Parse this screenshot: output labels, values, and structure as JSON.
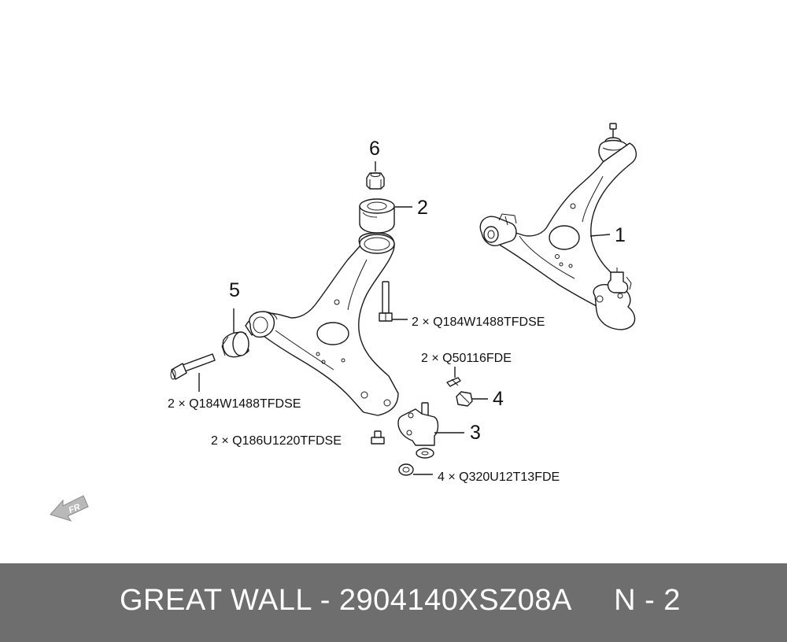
{
  "callouts": {
    "part_1": "1",
    "part_2": "2",
    "part_3": "3",
    "part_4": "4",
    "part_5": "5",
    "part_6": "6"
  },
  "fastener_labels": {
    "bolt_upper": "2 × Q184W1488TFDSE",
    "bolt_lower": "2 × Q184W1488TFDSE",
    "bolt_small": "2 × Q186U1220TFDSE",
    "clip": "2 × Q50116FDE",
    "washer": "4 × Q320U12T13FDE"
  },
  "direction_badge": "FR",
  "footer": {
    "brand": "GREAT WALL",
    "separator": "-",
    "part_number": "2904140XSZ08A",
    "page": "N - 2",
    "background": "#6e6e6e",
    "text_color": "#ffffff"
  }
}
